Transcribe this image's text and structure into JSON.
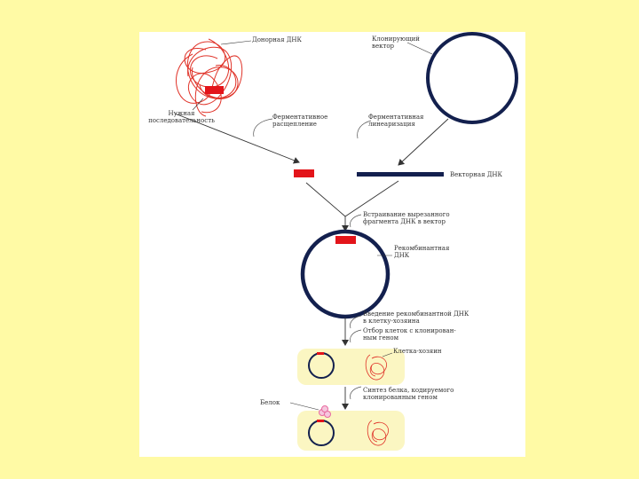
{
  "colors": {
    "background": "#fffaa5",
    "panel": "#ffffff",
    "vector": "#13204e",
    "insert": "#e3141a",
    "donor_dna": "#e0342a",
    "cell_bg": "#fbf6c2",
    "protein": "#e86aa0",
    "text": "#333333"
  },
  "labels": {
    "donor_dna": "Донорная ДНК",
    "cloning_vector": "Клонирующий\nвектор",
    "target_sequence": "Нужная\nпоследовательность",
    "enzymatic_cleavage": "Ферментативное\nрасщепление",
    "enzymatic_linearization": "Ферментативная\nлинеаризация",
    "vector_dna": "Векторная ДНК",
    "insertion": "Встраивание вырезанного\nфрагмента ДНК в вектор",
    "recombinant_dna": "Рекомбинантная\nДНК",
    "introduction": "Введение рекомбинантной ДНК\nв клетку-хозяина",
    "selection": "Отбор клеток с клонирован-\nным геном",
    "host_cell": "Клетка-хозяин",
    "protein_synthesis": "Синтез белка, кодируемого\nклонированным геном",
    "protein": "Белок"
  },
  "icons": {
    "tangled_dna": "tangled-dna-icon",
    "plasmid": "plasmid-ring-icon",
    "arrow": "down-arrow-icon"
  }
}
